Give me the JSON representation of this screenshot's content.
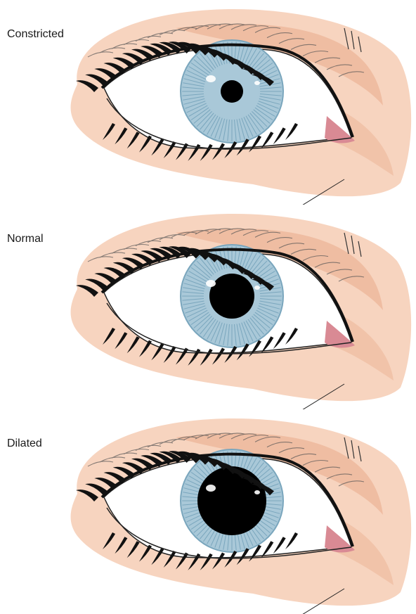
{
  "panels": [
    {
      "label": "Constricted",
      "pupil_level": "small"
    },
    {
      "label": "Normal",
      "pupil_level": "medium"
    },
    {
      "label": "Dilated",
      "pupil_level": "large"
    }
  ],
  "colors": {
    "skin": "#f6cdb4",
    "skin_dark": "#e9a98a",
    "iris": "#a9c8d8",
    "iris_dark": "#7aa6bd",
    "pupil": "#000000",
    "sclera": "#ffffff",
    "lash": "#111111",
    "caruncle": "#d98a94"
  }
}
